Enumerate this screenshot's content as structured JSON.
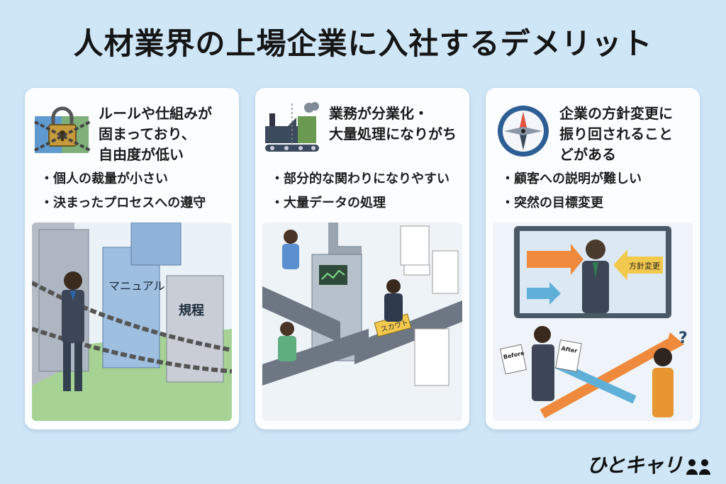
{
  "title": "人材業界の上場企業に入社するデメリット",
  "cards": [
    {
      "heading": [
        "ルールや仕組みが",
        "固まっており、",
        "自由度が低い"
      ],
      "bullets": [
        "個人の裁量が小さい",
        "決まったプロセスへの遵守"
      ],
      "illustration_labels": [
        "マニュアル",
        "規程"
      ],
      "icon": "padlock-chain-icon"
    },
    {
      "heading": [
        "業務が分業化・",
        "大量処理になりがち"
      ],
      "bullets": [
        "部分的な関わりになりやすい",
        "大量データの処理"
      ],
      "illustration_labels": [
        "スカウト"
      ],
      "icon": "factory-icon"
    },
    {
      "heading": [
        "企業の方針変更に",
        "振り回されること",
        "どがある"
      ],
      "bullets": [
        "顧客への説明が難しい",
        "突然の目標変更"
      ],
      "illustration_labels": [
        "方針変更",
        "Before",
        "After"
      ],
      "icon": "compass-icon"
    }
  ],
  "logo": "ひとキャリ"
}
